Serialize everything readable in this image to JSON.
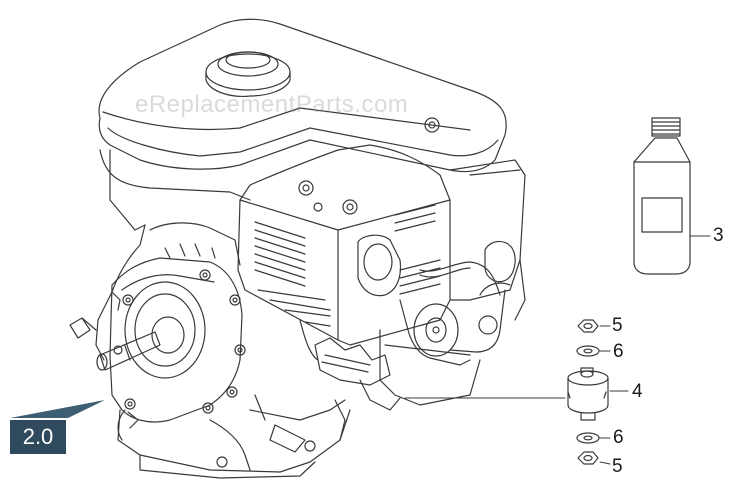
{
  "watermark": "eReplacementParts.com",
  "section_badge": "2.0",
  "callouts": {
    "c3": "3",
    "c5_top": "5",
    "c6_top": "6",
    "c4": "4",
    "c6_bottom": "6",
    "c5_bottom": "5"
  },
  "icons": {
    "engine": "engine-illustration",
    "oil_bottle": "oil-bottle-illustration",
    "nut": "nut-icon",
    "washer": "washer-icon",
    "mount": "rubber-mount-icon"
  },
  "colors": {
    "line": "#3a3a3a",
    "badge_bg": "#2e4a5c",
    "badge_triangle": "#3d5f73"
  }
}
